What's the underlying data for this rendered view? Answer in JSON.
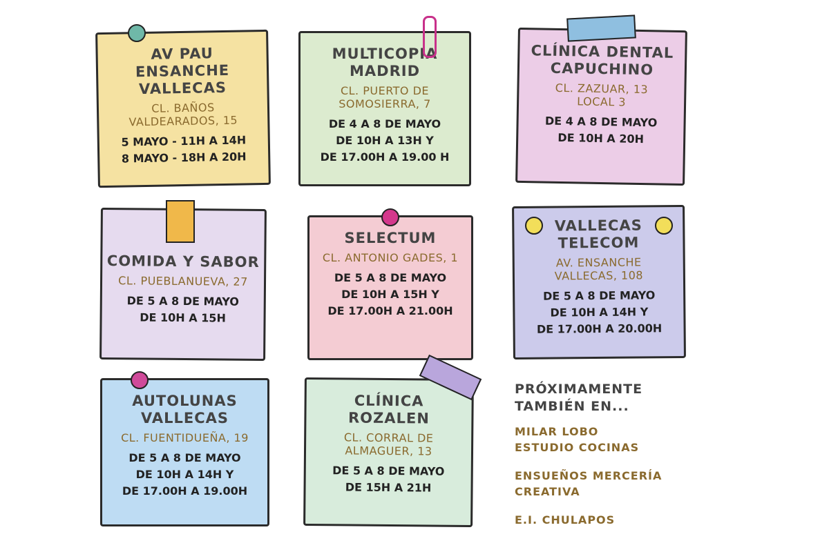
{
  "notes": [
    {
      "title": [
        "AV PAU",
        "ENSANCHE",
        "VALLECAS"
      ],
      "address": [
        "CL. BAÑOS",
        "VALDEARADOS, 15"
      ],
      "schedule": [
        "5 MAYO - 11H A 14H",
        "8 MAYO - 18H A 20H"
      ],
      "color": "#f5e2a2",
      "decor": "pushpin",
      "decor_color": "#6fb8a8"
    },
    {
      "title": [
        "MULTICOPIA",
        "MADRID"
      ],
      "address": [
        "CL. PUERTO DE",
        "SOMOSIERRA, 7"
      ],
      "schedule": [
        "DE 4 A 8  DE MAYO",
        "DE 10H A 13H Y",
        "DE 17.00H A 19.00 H"
      ],
      "color": "#dcebcf",
      "decor": "paperclip",
      "decor_color": "#c8308a"
    },
    {
      "title": [
        "CLÍNICA DENTAL",
        "CAPUCHINO"
      ],
      "address": [
        "CL. ZAZUAR, 13",
        "LOCAL 3"
      ],
      "schedule": [
        "DE 4 A 8  DE MAYO",
        "DE 10H A 20H"
      ],
      "color": "#eccde7",
      "decor": "tape",
      "decor_color": "#8fbfe0"
    },
    {
      "title": [
        "COMIDA Y SABOR"
      ],
      "address": [
        "CL. PUEBLANUEVA, 27"
      ],
      "schedule": [
        "DE 5 A 8 DE MAYO",
        "DE 10H A 15H"
      ],
      "color": "#e6dbef",
      "decor": "tape",
      "decor_color": "#f0b84a"
    },
    {
      "title": [
        "SELECTUM"
      ],
      "address": [
        "CL. ANTONIO GADES, 1"
      ],
      "schedule": [
        "DE 5 A 8 DE MAYO",
        "DE 10H A 15H Y",
        "DE 17.00H A 21.00H"
      ],
      "color": "#f4ccd3",
      "decor": "pin",
      "decor_color": "#d4388c"
    },
    {
      "title": [
        "VALLECAS",
        "TELECOM"
      ],
      "address": [
        "AV. ENSANCHE",
        "VALLECAS, 108"
      ],
      "schedule": [
        "DE 5 A 8 DE MAYO",
        "DE 10H A 14H Y",
        "DE 17.00H A 20.00H"
      ],
      "color": "#cccbeb",
      "decor": "pins",
      "decor_color": "#f2de5a"
    },
    {
      "title": [
        "AUTOLUNAS",
        "VALLECAS"
      ],
      "address": [
        "CL. FUENTIDUEÑA, 19"
      ],
      "schedule": [
        "DE 5 A 8 DE MAYO",
        "DE 10H A 14H Y",
        "DE 17.00H A 19.00H"
      ],
      "color": "#bedcf3",
      "decor": "pushpin",
      "decor_color": "#d04a9a"
    },
    {
      "title": [
        "CLÍNICA",
        "ROZALEN"
      ],
      "address": [
        "CL. CORRAL DE",
        "ALMAGUER, 13"
      ],
      "schedule": [
        "DE 5 A 8 DE MAYO",
        "DE 15H A 21H"
      ],
      "color": "#d8ecdc",
      "decor": "tape",
      "decor_color": "#b9a6dc"
    }
  ],
  "sidebar": {
    "heading": [
      "PRÓXIMAMENTE",
      "TAMBIÉN EN..."
    ],
    "items": [
      [
        "MILAR LOBO",
        "ESTUDIO COCINAS"
      ],
      [
        "ENSUEÑOS MERCERÍA",
        "CREATIVA"
      ],
      [
        "E.I. CHULAPOS"
      ]
    ]
  }
}
